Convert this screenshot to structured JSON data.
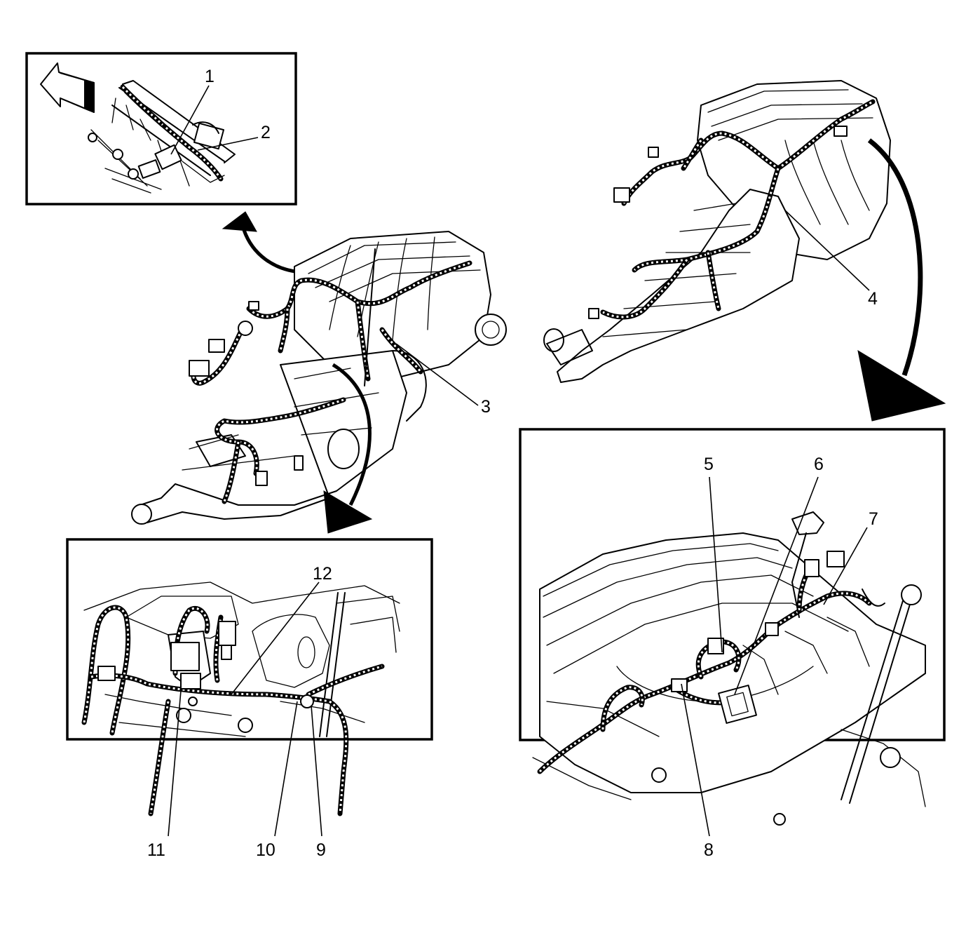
{
  "callouts": {
    "c1": "1",
    "c2": "2",
    "c3": "3",
    "c4": "4",
    "c5": "5",
    "c6": "6",
    "c7": "7",
    "c8": "8",
    "c9": "9",
    "c10": "10",
    "c11": "11",
    "c12": "12"
  },
  "icons": {
    "direction_arrow": "front-direction-arrow-icon",
    "view_arrows": "curved-pointer-arrow-icon"
  },
  "colors": {
    "line": "#000000",
    "background": "#ffffff"
  }
}
